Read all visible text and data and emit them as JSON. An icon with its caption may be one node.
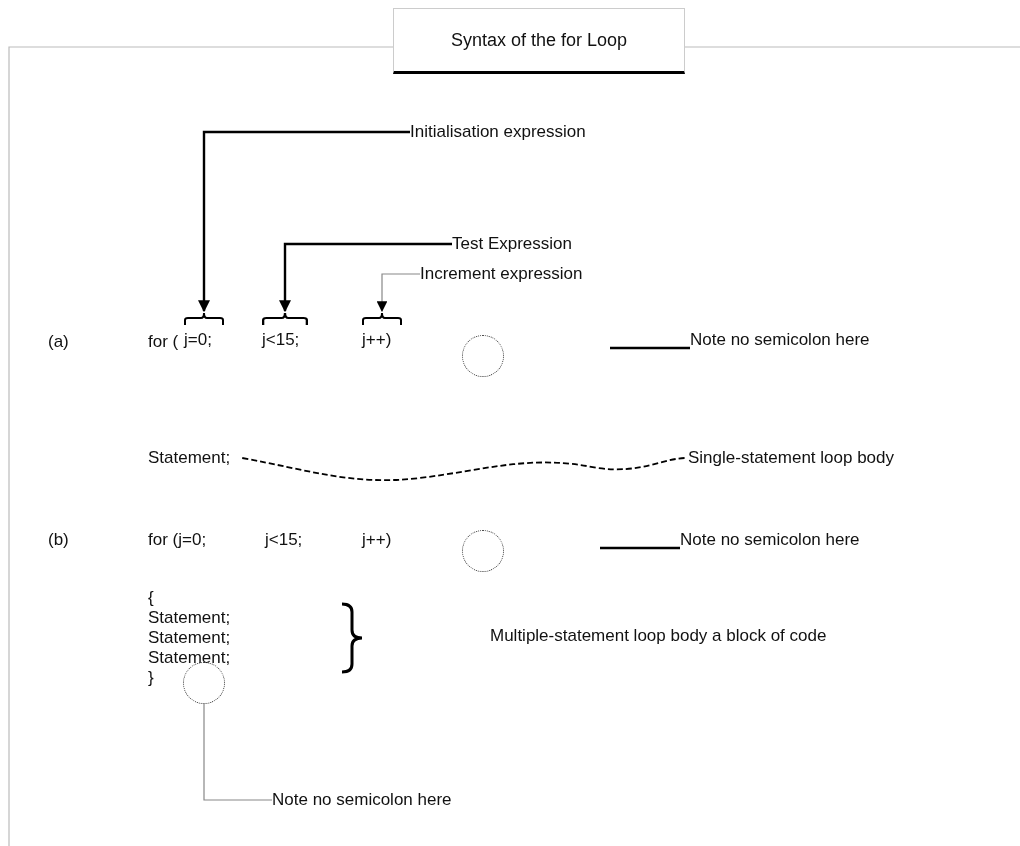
{
  "diagram": {
    "title": "Syntax of the for Loop",
    "nodes": [
      {
        "text": [
          "Initialisation expression"
        ]
      },
      {
        "text": [
          "Test Expression"
        ]
      },
      {
        "text": [
          "Increment expression"
        ]
      },
      {
        "text": [
          "j=0;"
        ]
      },
      {
        "text": [
          "j<15;"
        ]
      },
      {
        "text": [
          "j++)"
        ]
      },
      {
        "text": [],
        "shape": "circle"
      },
      {
        "text": [
          "Note no semicolon here"
        ]
      },
      {
        "text": [
          "Statement;"
        ]
      },
      {
        "text": [
          "Single-statement loop body"
        ]
      },
      {
        "text": [],
        "shape": "circle"
      },
      {
        "text": [
          "Note no semicolon here"
        ]
      },
      {
        "text": [],
        "shape": "circle"
      },
      {
        "text": [
          "Note no semicolon here"
        ]
      }
    ],
    "edges": [
      {
        "from": 0,
        "to": 3,
        "arrow": "to"
      },
      {
        "from": 1,
        "to": 4,
        "arrow": "to"
      },
      {
        "from": 2,
        "to": 5,
        "arrow": "to",
        "color": "#888888"
      },
      {
        "from": 7,
        "to": null,
        "arrow": "none"
      },
      {
        "from": 8,
        "to": 9,
        "arrow": "none",
        "style": "dashed"
      },
      {
        "from": 11,
        "to": null,
        "arrow": "none"
      },
      {
        "from": 13,
        "to": 12,
        "arrow": "none",
        "color": "#888888"
      }
    ],
    "labels": [
      "(a)",
      "for (",
      "(b)",
      "for (j=0;",
      "j<15;",
      "j++)",
      "{",
      "Statement;",
      "Statement;",
      "Statement;",
      "}",
      "Multiple-statement loop body a block of code"
    ]
  }
}
